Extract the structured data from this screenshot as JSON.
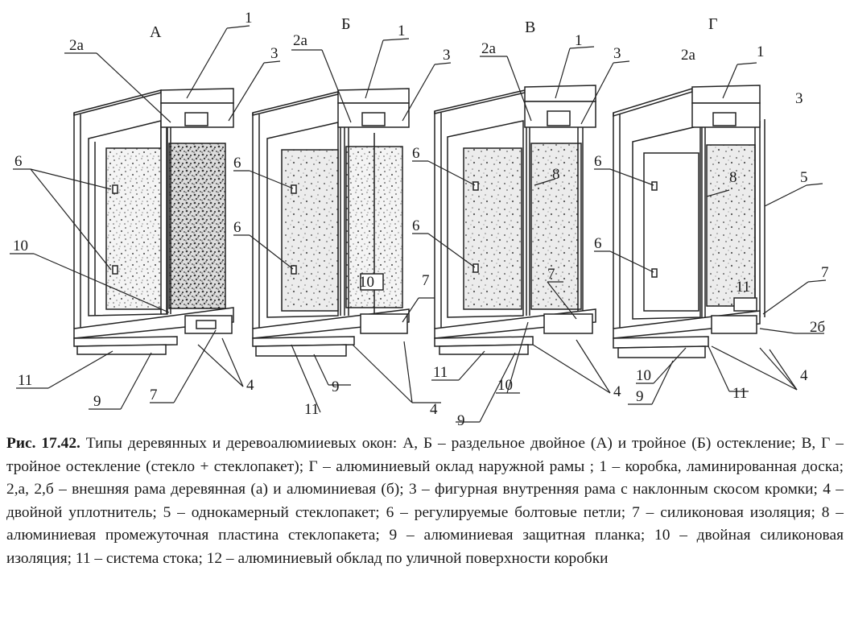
{
  "figure": {
    "panels": [
      {
        "id": "A",
        "title": "А",
        "labels": [
          "2а",
          "1",
          "3",
          "6",
          "10",
          "11",
          "9",
          "7",
          "4"
        ]
      },
      {
        "id": "B",
        "title": "Б",
        "labels": [
          "2а",
          "1",
          "3",
          "6",
          "6",
          "10",
          "11",
          "9",
          "4",
          "7"
        ]
      },
      {
        "id": "V",
        "title": "В",
        "labels": [
          "2а",
          "1",
          "3",
          "6",
          "8",
          "6",
          "7",
          "11",
          "10",
          "4",
          "9"
        ]
      },
      {
        "id": "G",
        "title": "Г",
        "labels": [
          "2а",
          "1",
          "3",
          "6",
          "8",
          "5",
          "6",
          "11",
          "7",
          "2б",
          "10",
          "9",
          "11",
          "4"
        ]
      }
    ]
  },
  "caption": {
    "number": "Рис. 17.42.",
    "text": "Типы деревянных и деревоалюмииевых окон: А, Б – раздельное двойное (А) и тройное (Б) остекление; В, Г – тройное остекление (стекло + стеклопакет); Г – алюминиевый оклад наружной рамы ; 1 – коробка, ламинированная доска; 2,а, 2,б – внешняя рама деревянная (а) и алюминиевая (б); 3 – фигурная внутренняя рама с наклонным скосом кромки; 4 – двойной уплотнитель; 5 – однокамерный стеклопакет; 6 – регулируемые болтовые петли; 7 – силиконовая изоляция; 8 – алюминиевая промежуточная пластина стеклопакета; 9 – алюминиевая защитная планка; 10 – двойная силиконовая изоляция; 11 – система стока; 12 – алюминиевый обклад по уличной поверхности коробки"
  }
}
